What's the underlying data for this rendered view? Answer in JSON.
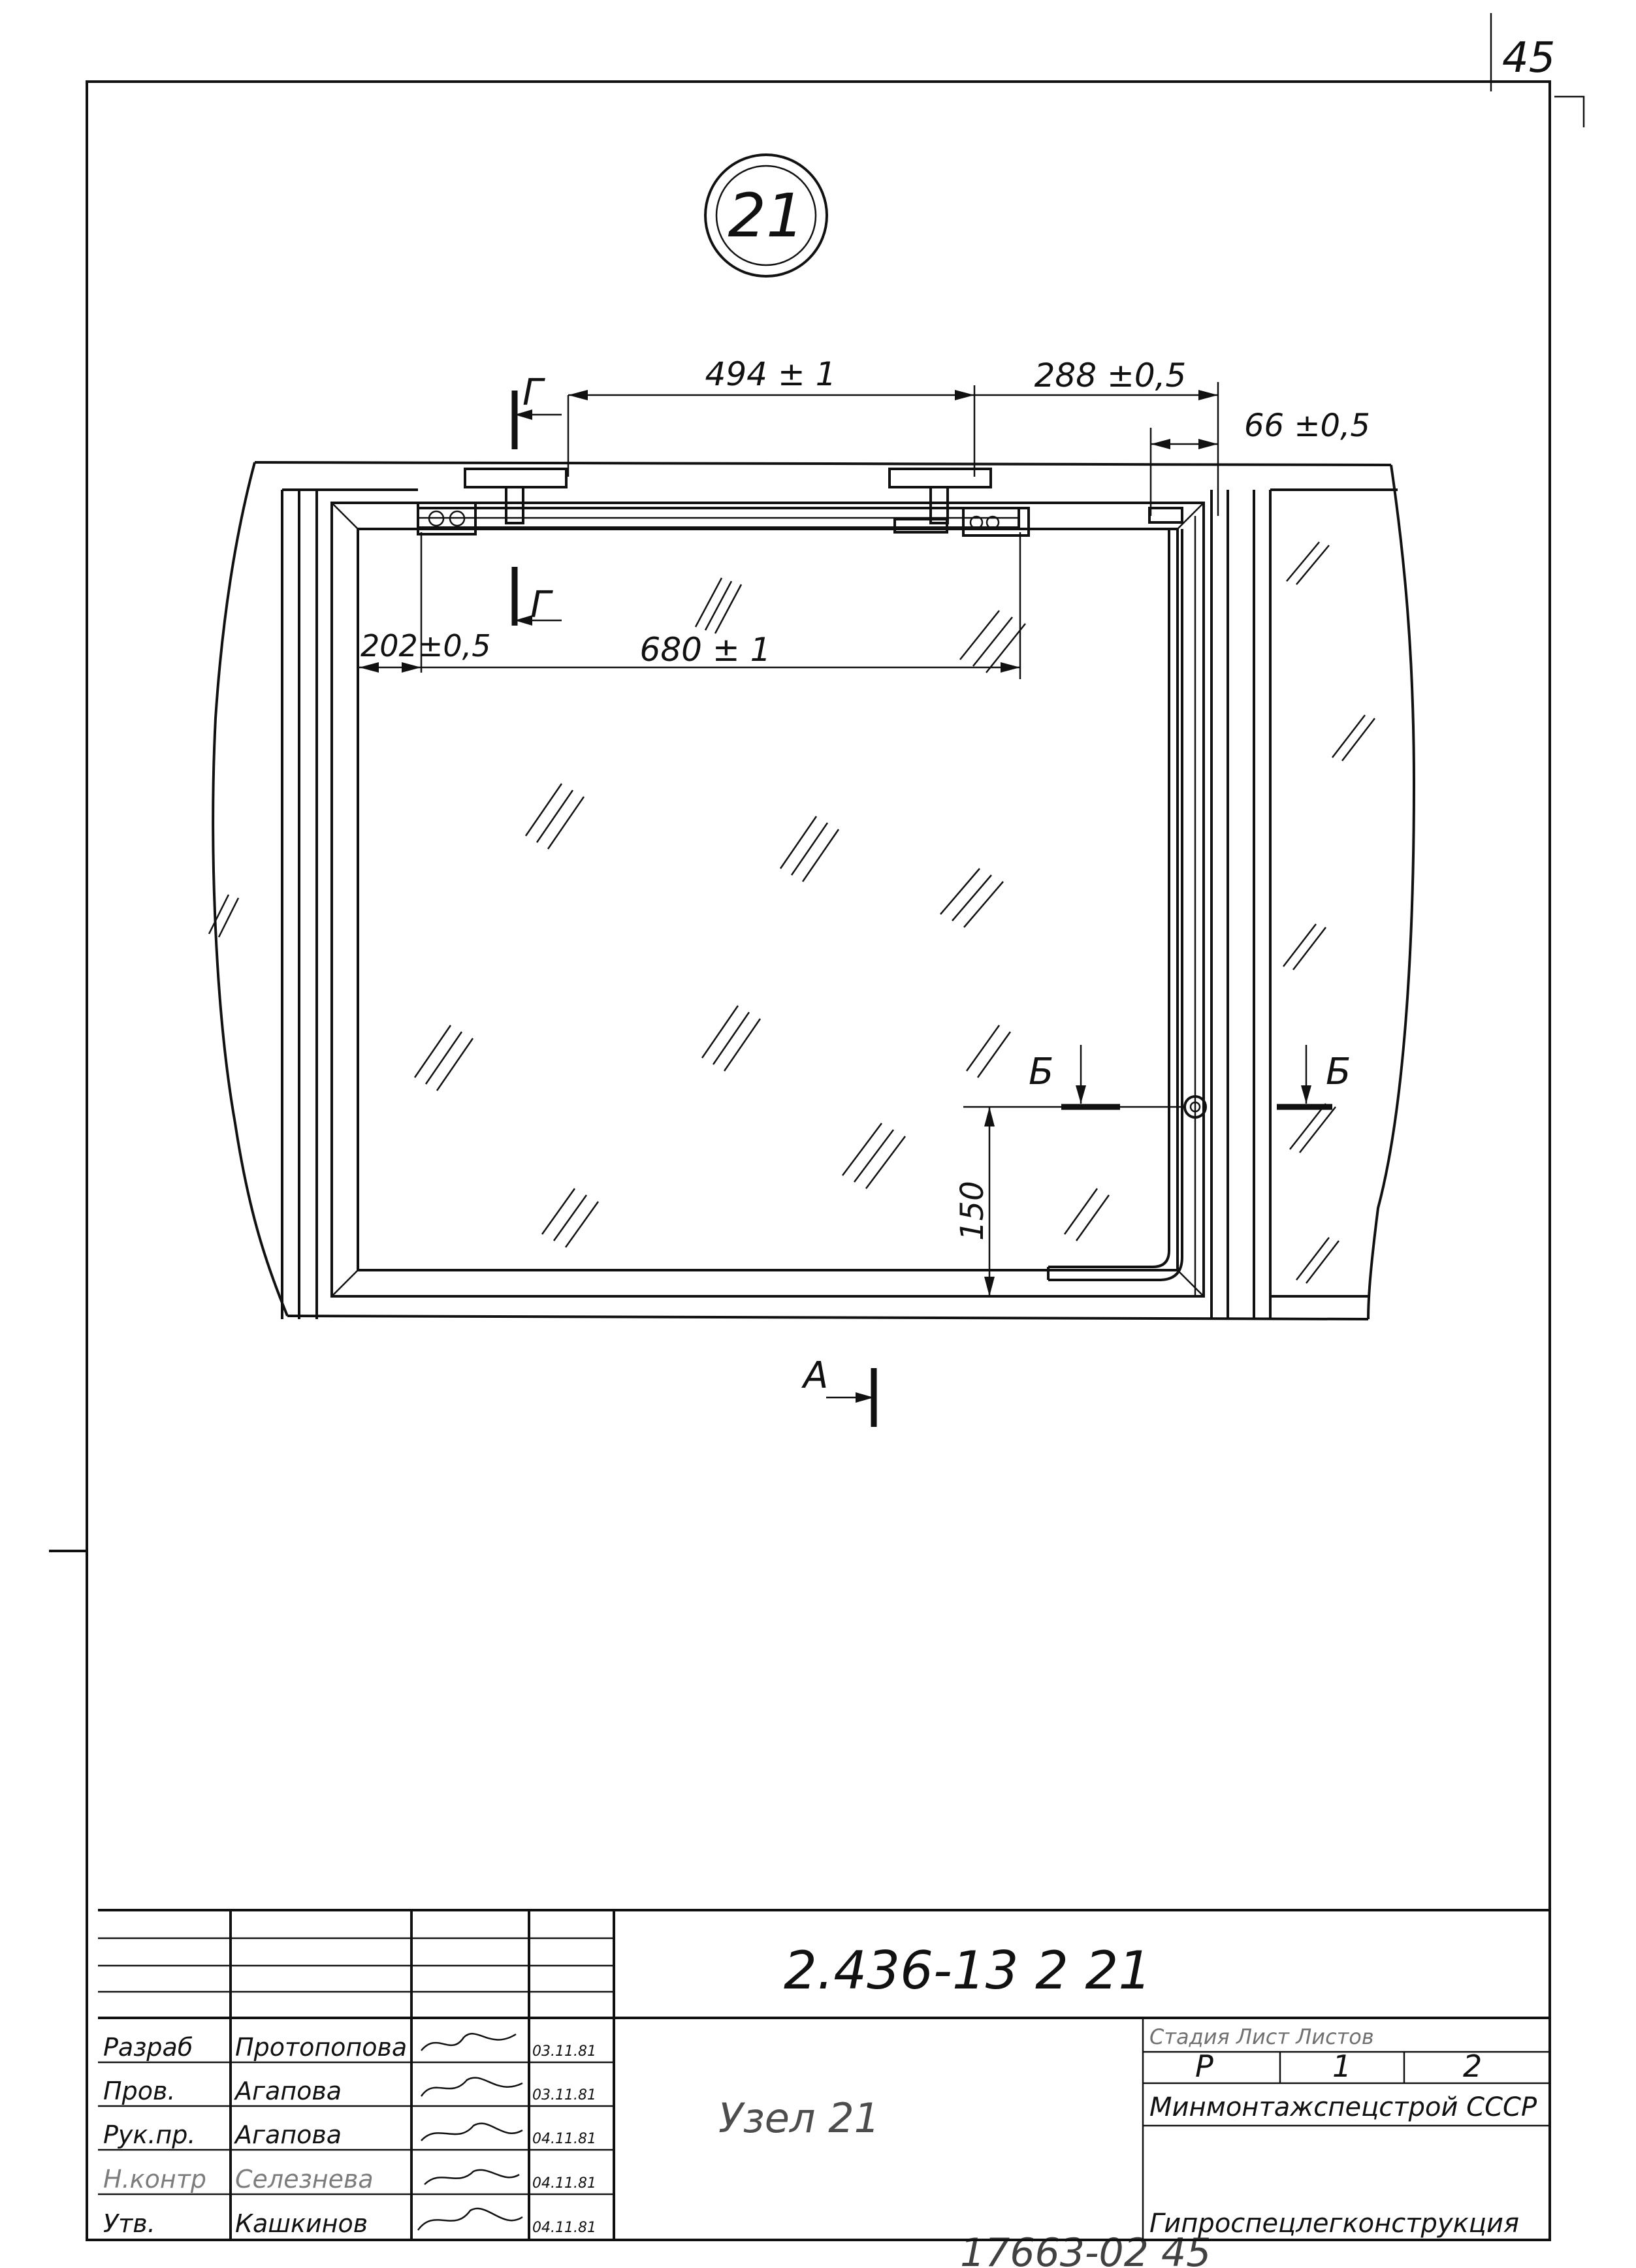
{
  "page_number": "45",
  "node_number": "21",
  "dimensions": {
    "d494": "494 ± 1",
    "d288": "288 ±0,5",
    "d66": "66 ±0,5",
    "d202": "202±0,5",
    "d680": "680 ± 1",
    "d150": "150"
  },
  "section_labels": {
    "g": "Г",
    "b": "Б",
    "a": "А"
  },
  "title_block": {
    "doc_code": "2.436-13 2  21",
    "doc_title": "Узел 21",
    "stage_header": "Стадия  Лист  Листов",
    "stage": "Р",
    "sheet": "1",
    "sheets": "2",
    "org1": "Минмонтажспецстрой СССР",
    "org2": "Гипроспецлегконструкция",
    "rows": [
      {
        "role": "Разраб",
        "name": "Протопопова",
        "date": "03.11.81"
      },
      {
        "role": "Пров.",
        "name": "Агапова",
        "date": "03.11.81"
      },
      {
        "role": "Рук.пр.",
        "name": "Агапова",
        "date": "04.11.81"
      },
      {
        "role": "Н.контр",
        "name": "Селезнева",
        "date": "04.11.81"
      },
      {
        "role": "Утв.",
        "name": "Кашкинов",
        "date": "04.11.81"
      }
    ]
  },
  "bottom_code": "17663-02  45"
}
